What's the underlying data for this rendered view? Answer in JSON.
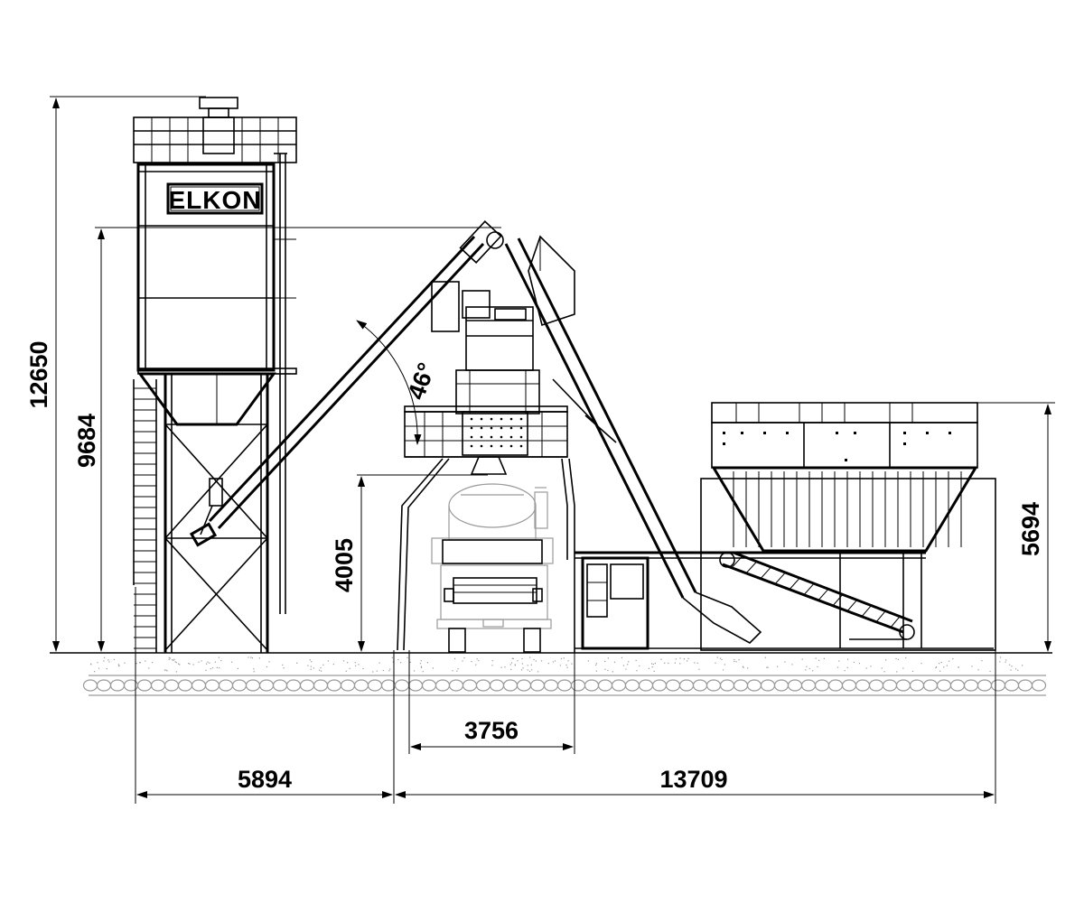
{
  "brand": {
    "logo_text": "ELKON"
  },
  "angle": {
    "label": "46°"
  },
  "dimensions": {
    "total_height": "12650",
    "discharge_height": "9684",
    "truck_clearance_height": "4005",
    "hopper_height": "5694",
    "truck_width": "3756",
    "silo_span": "5894",
    "plant_length": "13709"
  },
  "colors": {
    "line": "#000000",
    "ground": "#9a9a9a",
    "background": "#ffffff"
  }
}
